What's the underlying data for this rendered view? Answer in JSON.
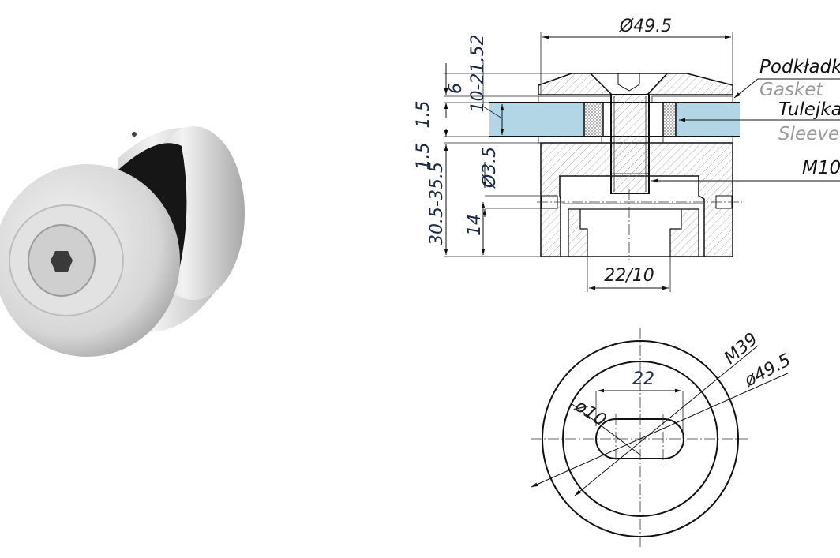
{
  "product_photo": {
    "alt_icon": "glass-clamp-photo"
  },
  "section_view": {
    "dims": {
      "outer_diameter": "Ø49.5",
      "cap_height": "6",
      "glass_thickness": "10-21.52",
      "gasket_top": "1.5",
      "gasket_bottom": "1.5",
      "body_height": "30.5-35.5",
      "screw_hole": "Ø3.5",
      "thread_depth": "14",
      "bottom_opening": "22/10"
    },
    "labels": {
      "gasket_pl": "Podkładk",
      "gasket_en": "Gasket",
      "sleeve_pl": "Tulejka",
      "sleeve_en": "Sleeve",
      "bolt": "M10"
    },
    "colors": {
      "glass": "#b3d6e6",
      "dimension_text": "#1a2a44",
      "label_secondary": "#9a9a9a"
    }
  },
  "top_view": {
    "dims": {
      "thread": "M39",
      "outer_diameter": "ø49.5",
      "slot_length": "22",
      "slot_width": "ø10"
    }
  }
}
